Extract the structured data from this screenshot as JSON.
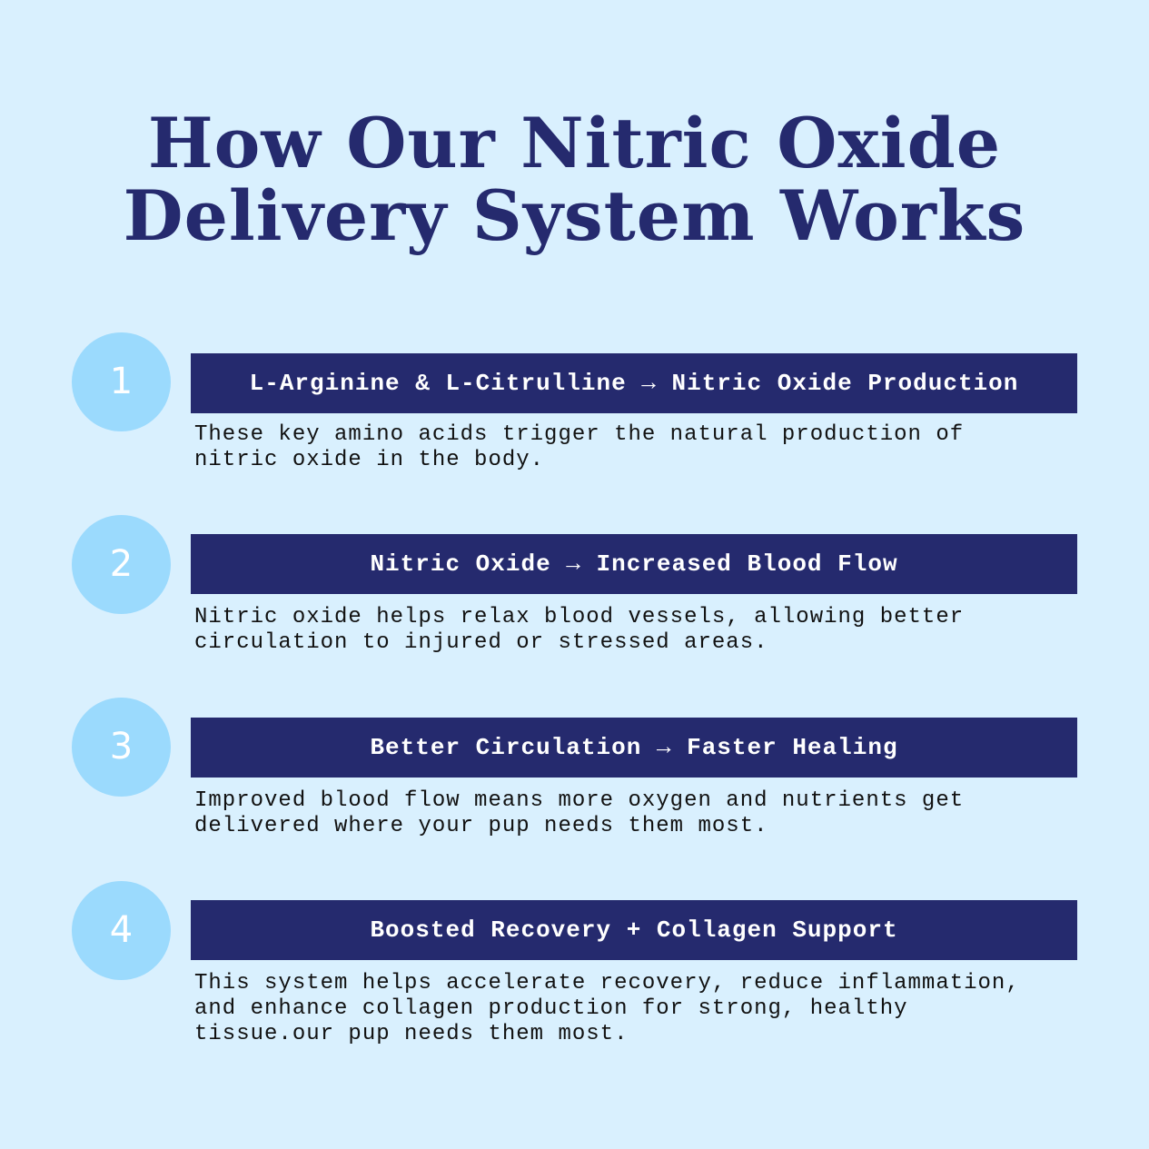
{
  "title": {
    "line1": "How Our Nitric Oxide",
    "line2": "Delivery System Works"
  },
  "steps": [
    {
      "number": "1",
      "heading": "L-Arginine & L-Citrulline → Nitric Oxide Production",
      "description": "These key amino acids trigger the natural production of\nnitric oxide in the body."
    },
    {
      "number": "2",
      "heading": "Nitric Oxide → Increased Blood Flow",
      "description": "Nitric oxide helps relax blood vessels, allowing better\ncirculation to injured or stressed areas."
    },
    {
      "number": "3",
      "heading": "Better Circulation → Faster Healing",
      "description": "Improved blood flow means more oxygen and nutrients get\ndelivered where your pup needs them most."
    },
    {
      "number": "4",
      "heading": "Boosted Recovery + Collagen Support",
      "description": "This system helps accelerate recovery, reduce inflammation,\nand enhance collagen production for strong, healthy\ntissue.our pup needs them most."
    }
  ],
  "colors": {
    "background": "#d9f0fe",
    "navy": "#252a6e",
    "circle": "#9bdafd"
  }
}
